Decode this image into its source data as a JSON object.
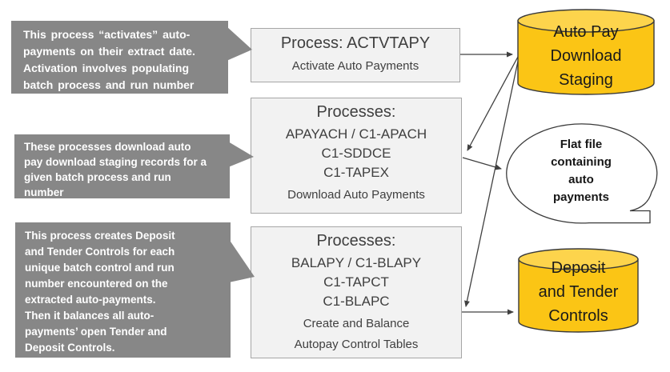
{
  "colors": {
    "callout_bg": "#878787",
    "callout_text": "#ffffff",
    "box_bg": "#f2f2f2",
    "box_border": "#a6a6a6",
    "box_text": "#3f3f3f",
    "cylinder_body": "#fbc515",
    "cylinder_top": "#fdd44c",
    "shape_outline": "#3a3a3a",
    "arrow": "#404040",
    "bubble_bg": "#ffffff",
    "bubble_text": "#161616"
  },
  "callouts": [
    {
      "lines": [
        "This process “activates” auto-",
        "payments on their extract date.",
        "Activation involves populating",
        "batch process and run number"
      ]
    },
    {
      "lines": [
        "These processes download  auto",
        "pay download staging records for a",
        "given batch process and run",
        "number"
      ]
    },
    {
      "lines": [
        "This process creates Deposit",
        "and Tender Controls for each",
        "unique batch control and run",
        "number encountered on the",
        "extracted auto-payments.",
        "Then it balances all auto-",
        "payments’ open Tender and",
        "Deposit Controls."
      ]
    }
  ],
  "process_boxes": [
    {
      "title": "Process: ACTVTAPY",
      "codes": [],
      "captions": [
        "Activate Auto Payments"
      ]
    },
    {
      "title": "Processes:",
      "codes": [
        "APAYACH / C1-APACH",
        "C1-SDDCE",
        "C1-TAPEX"
      ],
      "captions": [
        "Download Auto Payments"
      ]
    },
    {
      "title": "Processes:",
      "codes": [
        "BALAPY / C1-BLAPY",
        "C1-TAPCT",
        "C1-BLAPC"
      ],
      "captions": [
        "Create and Balance",
        "Autopay Control Tables"
      ]
    }
  ],
  "datastores": [
    {
      "lines": [
        "Auto Pay",
        "Download",
        "Staging"
      ]
    },
    {
      "lines": [
        "Deposit",
        "and Tender",
        "Controls"
      ]
    }
  ],
  "file_bubble": {
    "lines": [
      "Flat file",
      "containing",
      "auto",
      "payments"
    ]
  }
}
